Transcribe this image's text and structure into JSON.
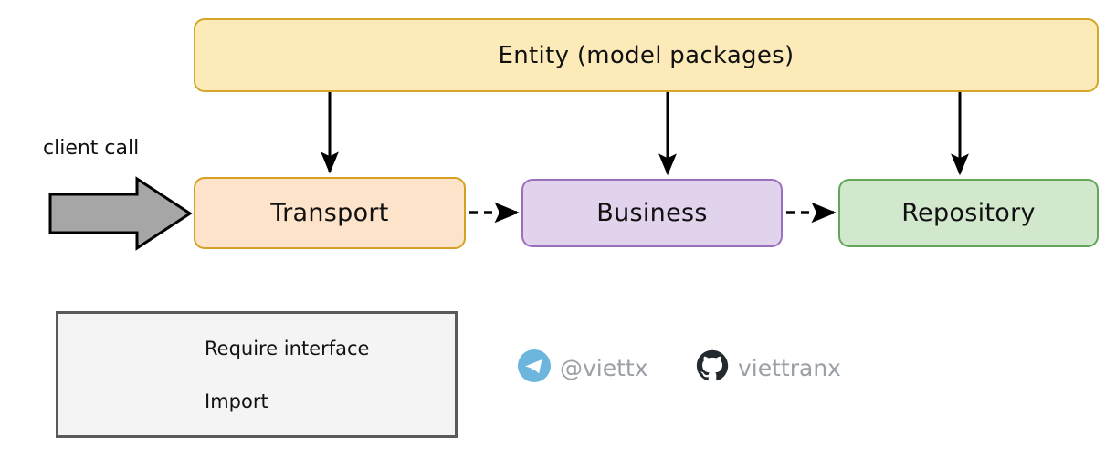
{
  "diagram": {
    "title_text": "client call",
    "nodes": [
      {
        "id": "entity",
        "label": "Entity (model packages)",
        "fill": "#FCEBB9",
        "stroke": "#D6A627"
      },
      {
        "id": "transport",
        "label": "Transport",
        "fill": "#FCE3C9",
        "stroke": "#D6A024"
      },
      {
        "id": "business",
        "label": "Business",
        "fill": "#E2D3EC",
        "stroke": "#9B6FBE"
      },
      {
        "id": "repository",
        "label": "Repository",
        "fill": "#D2E8CD",
        "stroke": "#63A559"
      }
    ],
    "client_call": {
      "label": "client call",
      "arrow_fill": "#A6A6A6",
      "arrow_stroke": "#000000"
    },
    "edges": [
      {
        "from": "entity",
        "to": "transport",
        "style": "solid",
        "kind": "Import"
      },
      {
        "from": "entity",
        "to": "business",
        "style": "solid",
        "kind": "Import"
      },
      {
        "from": "entity",
        "to": "repository",
        "style": "solid",
        "kind": "Import"
      },
      {
        "from": "transport",
        "to": "business",
        "style": "dashed",
        "kind": "Require interface"
      },
      {
        "from": "business",
        "to": "repository",
        "style": "dashed",
        "kind": "Require interface"
      }
    ],
    "legend": {
      "border_color": "#5A5A5A",
      "fill": "#F4F4F4",
      "items": [
        {
          "label": "Require interface",
          "style": "dashed"
        },
        {
          "label": "Import",
          "style": "solid"
        }
      ]
    },
    "social": [
      {
        "icon": "telegram-icon",
        "handle": "@viettx",
        "color": "#6CB6DE"
      },
      {
        "icon": "github-icon",
        "handle": "viettranx",
        "color": "#24292E"
      }
    ]
  }
}
